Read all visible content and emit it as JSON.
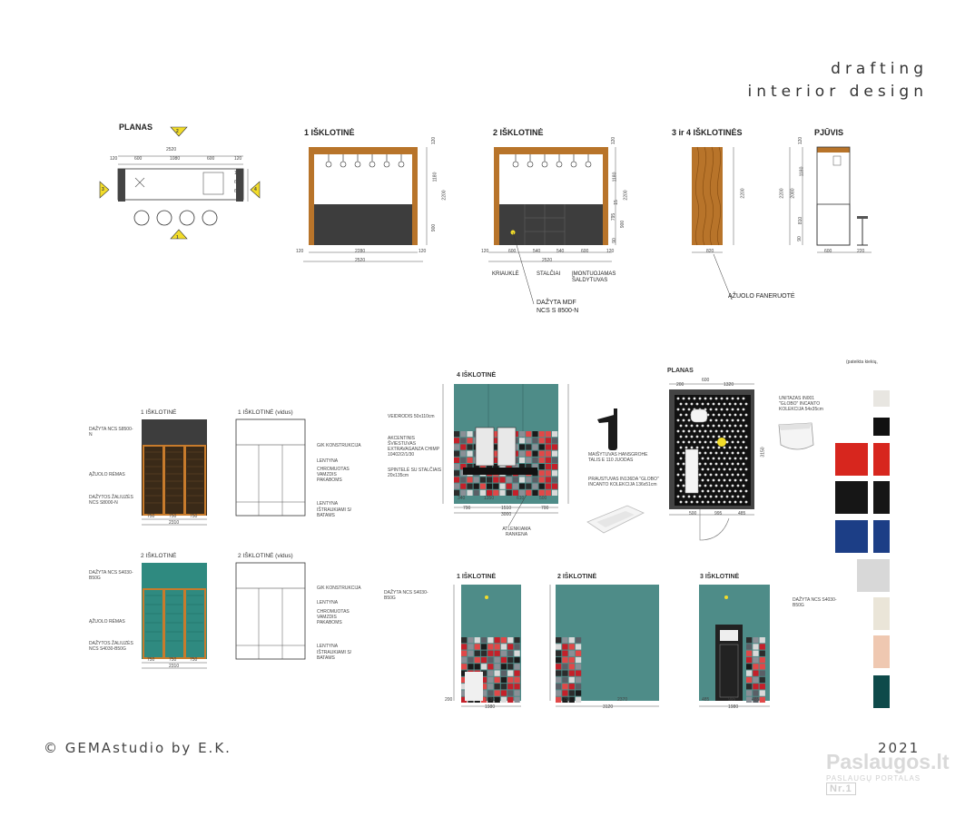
{
  "header": {
    "line1": "drafting",
    "line2": "interior design"
  },
  "footer": {
    "copyright": "© GEMAstudio by E.K.",
    "year": "2021"
  },
  "watermark": {
    "title": "Paslaugos.lt",
    "subtitle": "PASLAUGŲ PORTALAS",
    "badge": "Nr.1"
  },
  "top": {
    "plan": {
      "title": "PLANAS",
      "dim_total": "2520",
      "dims": [
        "120",
        "600",
        "1080",
        "600",
        "120"
      ],
      "side_dims": [
        "120",
        "600",
        "600"
      ],
      "markers": [
        "2",
        "1",
        "3",
        "4"
      ]
    },
    "elev1": {
      "title": "1 IŠKLOTINĖ",
      "v_dims": [
        "120",
        "1180",
        "2200",
        "900"
      ],
      "h_dims": [
        "120",
        "2280",
        "120"
      ],
      "total": "2520"
    },
    "elev2": {
      "title": "2 IŠKLOTINĖ",
      "v_dims": [
        "120",
        "1180",
        "2200",
        "15",
        "795",
        "900",
        "90"
      ],
      "h_dims": [
        "120",
        "600",
        "540",
        "540",
        "600",
        "120"
      ],
      "total": "2520",
      "labels": [
        "KRIAUKLĖ",
        "STALČIAI",
        "ĮMONTUOJAMAS ŠALDYTUVAS"
      ],
      "note1": "DAŽYTA MDF",
      "note2": "NCS S 8500-N"
    },
    "elev34": {
      "title": "3 ir 4 IŠKLOTINĖS",
      "v_dim": "2200",
      "h_dim": "820",
      "note": "ĄŽUOLO FANERUOTĖ"
    },
    "section": {
      "title": "PJŪVIS",
      "v_dims": [
        "120",
        "1180",
        "2200",
        "2080",
        "810",
        "90"
      ],
      "h_dims": [
        "600",
        "220"
      ]
    }
  },
  "wardrobes": {
    "w1": {
      "title": "1 IŠKLOTINĖ",
      "title_in": "1 IŠKLOTINĖ (vidus)",
      "left_notes": [
        "DAŽYTA NCS S8500-N",
        "ĄŽUOLO RĖMAS",
        "DAŽYTOS ŽALIUZĖS NCS S8000-N"
      ],
      "right_notes": [
        "G/K KONSTRUKCIJA",
        "LENTYNA",
        "CHROMUOTAS VAMZDIS PAKABOMS",
        "LENTYNA",
        "IŠTRAUKIAMI S/ BATAMS"
      ],
      "dims": [
        "750",
        "750",
        "750"
      ],
      "total": "2310"
    },
    "w2": {
      "title": "2 IŠKLOTINĖ",
      "title_in": "2 IŠKLOTINĖ (vidus)",
      "left_notes": [
        "DAŽYTA NCS S4030-B50G",
        "ĄŽUOLO RĖMAS",
        "DAŽYTOS ŽALIUZĖS NCS S4030-B50G"
      ],
      "right_notes": [
        "G/K KONSTRUKCIJA",
        "LENTYNA",
        "CHROMUOTAS VAMZDIS PAKABOMS",
        "LENTYNA",
        "IŠTRAUKIAMI S/ BATAMS"
      ],
      "dims": [
        "750",
        "750",
        "750"
      ],
      "total": "2310"
    }
  },
  "bath": {
    "elev4": {
      "title": "4 IŠKLOTINĖ",
      "notes": [
        "VEIDRODIS 50x110cm",
        "AKCENTINIS ŠVIESTUVAS EXTRAVAGANZA CHIMP 10402/2/1/30",
        "SPINTELĖ SU STALČIAIS 20x135cm"
      ],
      "h_dims": [
        "340",
        "1350",
        "610",
        "500"
      ],
      "h_dims2": [
        "790",
        "1510",
        "700"
      ],
      "total": "3000",
      "handle": "ATLENKIAMA RANKENA"
    },
    "plan": {
      "title": "PLANAS",
      "dims_top": [
        "200",
        "600",
        "1320"
      ],
      "dims_bottom": [
        "500",
        "995",
        "485"
      ],
      "tap": "MAIŠYTUVAS HANSGROHE TALIS E 110 JUODAS",
      "basin": "PRAUSTUVAS IN136DA \"GLOBO\" INCANTO KOLEKCIJA 136x51cm",
      "wc": "UNITAZAS IN001 \"GLOBO\" INCANTO KOLEKCIJA 54x35cm",
      "v_dim": "3150"
    },
    "b1": {
      "title": "1 IŠKLOTINĖ",
      "note": "DAŽYTA NCS S4030-B50G",
      "dims": [
        "200",
        "1780"
      ],
      "total": "1980"
    },
    "b2": {
      "title": "2 IŠKLOTINĖ",
      "dims": [
        "750",
        "2370"
      ],
      "total": "3120"
    },
    "b3": {
      "title": "3 IŠKLOTINĖ",
      "note": "DAŽYTA NCS S4030-B50G",
      "dims": [
        "485",
        "995",
        "485"
      ],
      "total": "1980"
    },
    "swatch_note": "(pateikta kiekių,"
  },
  "colors": {
    "teal": "#4e8c88",
    "oak": "#b8742a",
    "dark": "#3d3d3d",
    "swatches": [
      "#e8e6e1",
      "#111111",
      "#d7261e",
      "#161616",
      "#1c3e86",
      "#cfcfcf",
      "#eae5d8",
      "#efc8b1",
      "#0e4a4a"
    ]
  }
}
